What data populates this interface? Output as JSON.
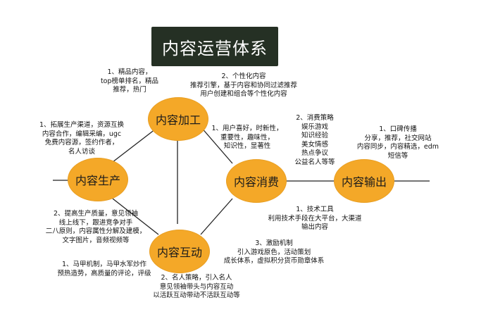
{
  "title": "内容运营体系",
  "colors": {
    "node": "#f4a828",
    "title_bg": "#253024",
    "line": "#222222"
  },
  "nodes": {
    "processing": "内容加工",
    "production": "内容生产",
    "consumption": "内容消费",
    "output": "内容输出",
    "interaction": "内容互动"
  },
  "notes": {
    "processing_1": [
      "1、精品内容，",
      "top榜单排名，精品",
      "推荐，热门"
    ],
    "processing_2": [
      "2、个性化内容",
      "推荐引擎，基于内容和协同过滤推荐",
      "用户创建和组合等个性化内容"
    ],
    "production_1": [
      "1、拓展生产渠道，资源互换",
      "内容合作，编辑采编，ugc",
      "免费内容源，签约作者，",
      "名人访谈"
    ],
    "production_2": [
      "2、提高生产质量，意见领袖",
      "线上线下，跟进竞争对手",
      "二八原则，内容属性分解及建模，",
      "文字图片，音频视频等"
    ],
    "consumption_1": [
      "1、用户喜好，时新性，",
      "重要性，趣味性，",
      "知识性，显著性"
    ],
    "consumption_2": [
      "2、消费策略",
      "娱乐游戏",
      "知识经验",
      "美女情感",
      "热点争议",
      "公益名人等等"
    ],
    "output_1": [
      "1、口碑传播",
      "分享，推荐，社交网站",
      "内容同步，内容精选，edm",
      "短信等"
    ],
    "output_2": [
      "1、技术工具",
      "利用技术手段在大平台，大渠道",
      "输出内容"
    ],
    "interaction_1": [
      "1、马甲机制，马甲水军炒作",
      "预热造势，高质量的评论，评级"
    ],
    "interaction_2": [
      "2、名人策略，引入名人",
      "意见领袖带头与内容互动",
      "以活跃互动带动不活跃互动等"
    ],
    "interaction_3": [
      "3、激励机制",
      "引入游戏原色，活动策划",
      "成长体系，虚拟积分货币勋章体系"
    ]
  }
}
